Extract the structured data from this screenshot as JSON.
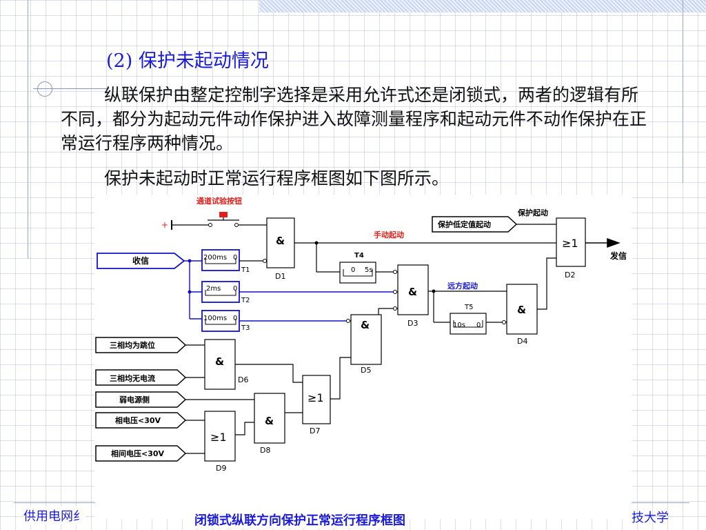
{
  "heading": "(2) 保护未起动情况",
  "paragraphs": [
    "纵联保护由整定控制字选择是采用允许式还是闭锁式，两者的逻辑有所不同，都分为起动元件动作保护进入故障测量程序和起动元件不动作保护在正常运行程序两种情况。",
    "保护未起动时正常运行程序框图如下图所示。"
  ],
  "diagram": {
    "test_button": "通道试验按钮",
    "plus": "+",
    "inputs": {
      "receive": "收信",
      "three_phase_trip": "三相均为跳位",
      "three_phase_nocurrent": "三相均无电流",
      "weak_source": "弱电源侧",
      "phase_voltage": "相电压<30V",
      "line_voltage": "相间电压<30V",
      "low_setting_start": "保护低定值起动"
    },
    "labels": {
      "protect_start": "保护起动",
      "manual_start": "手动起动",
      "remote_start": "远方起动",
      "send": "发信"
    },
    "timers": {
      "T1": {
        "name": "T1",
        "left": "200ms",
        "right": "0"
      },
      "T2": {
        "name": "T2",
        "left": "2ms",
        "right": "0"
      },
      "T3": {
        "name": "T3",
        "left": "100ms",
        "right": "0"
      },
      "T4": {
        "name": "T4",
        "left": "0",
        "right": "5s"
      },
      "T5": {
        "name": "T5",
        "left": "10s",
        "right": "0"
      }
    },
    "gates": {
      "D1": {
        "name": "D1",
        "op": "&"
      },
      "D2": {
        "name": "D2",
        "op": "≥1"
      },
      "D3": {
        "name": "D3",
        "op": "&"
      },
      "D4": {
        "name": "D4",
        "op": "&"
      },
      "D5": {
        "name": "D5",
        "op": "&"
      },
      "D6": {
        "name": "D6",
        "op": "&"
      },
      "D7": {
        "name": "D7",
        "op": "≥1"
      },
      "D8": {
        "name": "D8",
        "op": "&"
      },
      "D9": {
        "name": "D9",
        "op": "≥1"
      }
    },
    "caption": "闭锁式纵联方向保护正常运行程序框图"
  },
  "footer": {
    "left": "供用电网纟",
    "right": "技大学"
  },
  "colors": {
    "heading": "#1a1adc",
    "red_label": "#e0201a",
    "blue_label": "#1a1adc",
    "wire_blue": "#1010c8"
  }
}
